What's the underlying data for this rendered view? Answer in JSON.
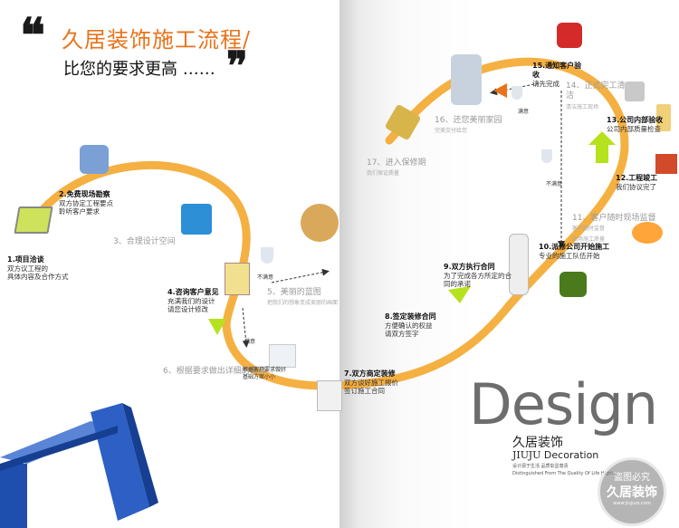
{
  "header": {
    "title": "久居装饰施工流程/",
    "subtitle": "比您的要求更高 ……"
  },
  "steps_left": [
    {
      "id": "s1",
      "title": "1.项目洽谈",
      "desc1": "双方议工程的",
      "desc2": "具体内容及合作方式"
    },
    {
      "id": "s2",
      "title": "2.免费现场勘察",
      "desc1": "双方协定工程要点",
      "desc2": "聆听客户要求"
    },
    {
      "id": "s3",
      "title": "3、合理设计空间"
    },
    {
      "id": "s4",
      "title": "4.咨询客户意见",
      "desc1": "充满我们的设计",
      "desc2": "请您设计修改"
    },
    {
      "id": "s5",
      "title": "5、美丽的蓝图",
      "desc1": "把我们的想象变成美丽的画面"
    },
    {
      "id": "s6",
      "title": "6、根据要求做出详细的概算",
      "desc1": "根据客户要求做好",
      "desc2": "基础方案小小"
    }
  ],
  "steps_right": [
    {
      "id": "s7",
      "title": "7.双方商定装修",
      "desc1": "双方谈好施工报价",
      "desc2": "签订施工合同"
    },
    {
      "id": "s8",
      "title": "8.签定装修合同",
      "desc1": "方便确认的权益",
      "desc2": "请双方签字"
    },
    {
      "id": "s9",
      "title": "9.双方执行合同",
      "desc1": "为了完成各方所定的合同的承诺"
    },
    {
      "id": "s10",
      "title": "10.派修公司开始施工",
      "desc1": "专业的施工队伍开始"
    },
    {
      "id": "s11",
      "title": "11、客户随时现场监督",
      "desc1": "客户随时监督",
      "desc2": "现场施工质量"
    },
    {
      "id": "s12",
      "title": "12.工程竣工",
      "desc1": "我们协议完了"
    },
    {
      "id": "s13",
      "title": "13.公司内部验收",
      "desc1": "公司内部质量检查"
    },
    {
      "id": "s14",
      "title": "14、正式完工清洁",
      "desc1": "清洁施工现场"
    },
    {
      "id": "s15",
      "title": "15.通知客户验收",
      "desc1": "请先完成"
    },
    {
      "id": "s16",
      "title": "16、还您美丽家园",
      "desc1": "完美交付给您"
    },
    {
      "id": "s17",
      "title": "17、进入保修期",
      "desc1": "我们保证质量"
    }
  ],
  "branch_labels": {
    "agree_top": "满意",
    "disagree_left": "不满意",
    "agree_left": "满意",
    "disagree_right": "不满意"
  },
  "brand": {
    "design": "Design",
    "cn_name": "久居装饰",
    "en_prefix": "JIUJU",
    "en_suffix": "Decoration",
    "tagline1": "设计源于生活 品质彰显尊贵",
    "tagline2": "Distinguished From The Quality Of Life Highl..."
  },
  "watermark": {
    "line1": "盗图必究",
    "line2": "久居装饰",
    "line3": "www.jiujuzs.com"
  },
  "colors": {
    "arc": "#f4a72e",
    "arrow": "#e8731a",
    "title": "#e8731a",
    "blue_block": "#1f4fae"
  }
}
